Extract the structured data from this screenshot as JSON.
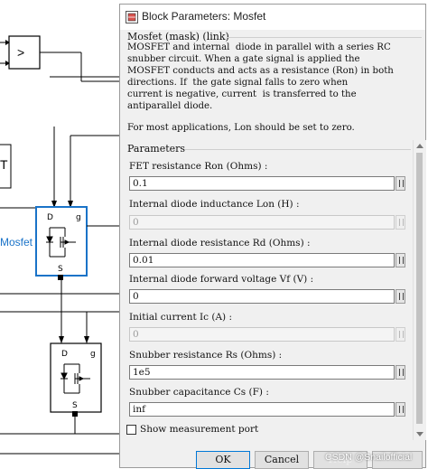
{
  "window": {
    "title": "Block Parameters: Mosfet"
  },
  "mask": {
    "header": "Mosfet (mask) (link)",
    "description": "MOSFET and internal  diode in parallel with a series RC\nsnubber circuit. When a gate signal is applied the\nMOSFET conducts and acts as a resistance (Ron) in both\ndirections. If  the gate signal falls to zero when\ncurrent is negative, current  is transferred to the\nantiparallel diode.",
    "note": "For most applications, Lon should be set to zero."
  },
  "parameters": {
    "header": "Parameters",
    "fields": [
      {
        "label": "FET resistance Ron (Ohms) :",
        "value": "0.1",
        "enabled": true
      },
      {
        "label": "Internal diode inductance Lon (H) :",
        "value": "0",
        "enabled": false
      },
      {
        "label": "Internal diode resistance Rd  (Ohms) :",
        "value": "0.01",
        "enabled": true
      },
      {
        "label": "Internal diode forward voltage Vf (V) :",
        "value": "0",
        "enabled": true
      },
      {
        "label": "Initial current Ic (A) :",
        "value": "0",
        "enabled": false
      },
      {
        "label": "Snubber resistance Rs (Ohms) :",
        "value": "1e5",
        "enabled": true
      },
      {
        "label": "Snubber capacitance Cs (F) :",
        "value": "inf",
        "enabled": true
      }
    ]
  },
  "measurement": {
    "label": "Show measurement port",
    "checked": false
  },
  "buttons": {
    "ok": "OK",
    "cancel": "Cancel",
    "help": "Help"
  },
  "watermark": "CSDN @Snailofficial",
  "diagram": {
    "block_label": "Mosfet",
    "compare_symbol": ">",
    "partial_letter": "T",
    "port_g": "g",
    "port_d": "D",
    "port_s": "S"
  },
  "colors": {
    "selected_block": "#1a73c8",
    "dialog_bg": "#f0f0f0",
    "disabled_text": "#9a9a9a"
  }
}
